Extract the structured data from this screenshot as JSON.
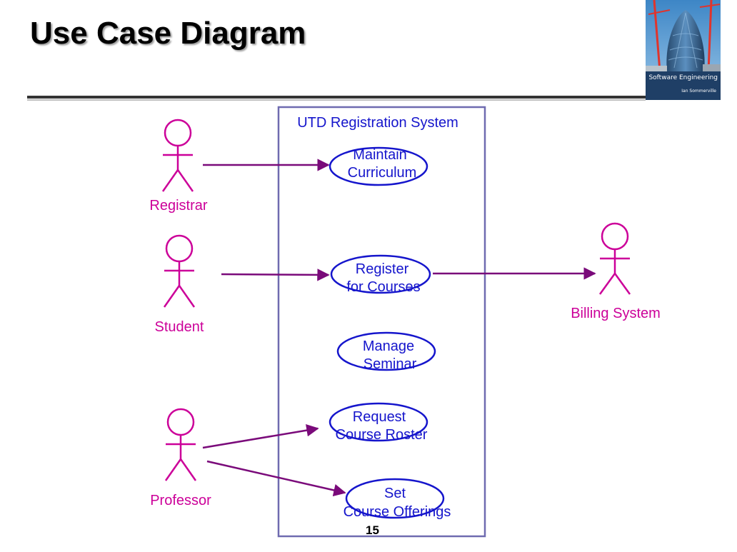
{
  "slide": {
    "title": "Use Case Diagram",
    "page_number": "15"
  },
  "book_cover": {
    "title": "Software Engineering",
    "author": "Ian Sommerville"
  },
  "system": {
    "name": "UTD Registration System"
  },
  "actors": [
    {
      "id": "registrar",
      "label": "Registrar"
    },
    {
      "id": "student",
      "label": "Student"
    },
    {
      "id": "professor",
      "label": "Professor"
    },
    {
      "id": "billing",
      "label": "Billing System"
    }
  ],
  "use_cases": [
    {
      "id": "maintain",
      "line1": "Maintain",
      "line2": "Curriculum"
    },
    {
      "id": "register",
      "line1": "Register",
      "line2": "for Courses"
    },
    {
      "id": "manage",
      "line1": "Manage",
      "line2": "Seminar"
    },
    {
      "id": "roster",
      "line1": "Request",
      "line2": "Course Roster"
    },
    {
      "id": "offerings",
      "line1": "Set",
      "line2": "Course Offerings"
    }
  ],
  "associations": [
    {
      "from": "registrar",
      "to": "maintain"
    },
    {
      "from": "student",
      "to": "register"
    },
    {
      "from": "register",
      "to": "billing"
    },
    {
      "from": "professor",
      "to": "roster"
    },
    {
      "from": "professor",
      "to": "offerings"
    }
  ],
  "colors": {
    "actor": "#cc0099",
    "use_case": "#1515cc",
    "association": "#7a0a7a",
    "system_border": "#6f6bb0"
  }
}
